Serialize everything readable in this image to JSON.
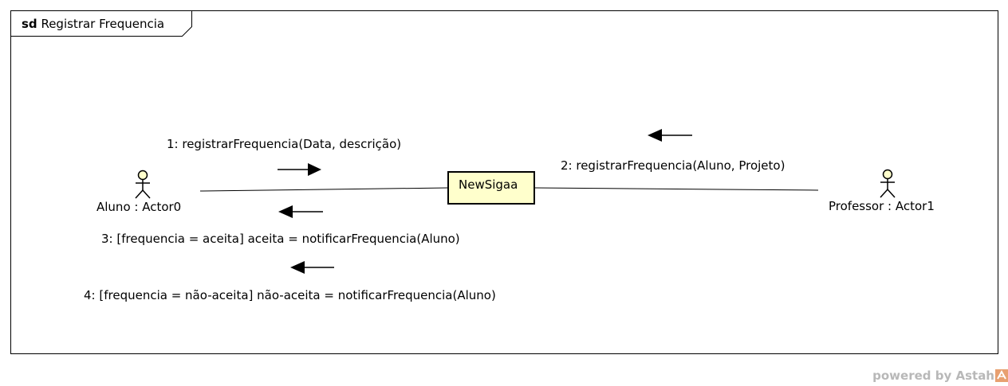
{
  "frame": {
    "keyword": "sd",
    "name": "Registrar Frequencia"
  },
  "lifelines": {
    "actor_left": {
      "label": "Aluno : Actor0"
    },
    "actor_right": {
      "label": "Professor : Actor1"
    },
    "object": {
      "label": "NewSigaa"
    }
  },
  "messages": [
    {
      "label": "1: registrarFrequencia(Data, descrição)",
      "direction": "right"
    },
    {
      "label": "2: registrarFrequencia(Aluno, Projeto)",
      "direction": "left"
    },
    {
      "label": "3: [frequencia = aceita] aceita = notificarFrequencia(Aluno)",
      "direction": "left"
    },
    {
      "label": "4: [frequencia = não-aceita] não-aceita = notificarFrequencia(Aluno)",
      "direction": "left"
    }
  ],
  "watermark": {
    "text": "powered by Astah"
  },
  "colors": {
    "object_fill": "#ffffcc",
    "actor_head_fill": "#ffffcc",
    "watermark": "#b8b8b8",
    "logo": "#e8a070"
  }
}
